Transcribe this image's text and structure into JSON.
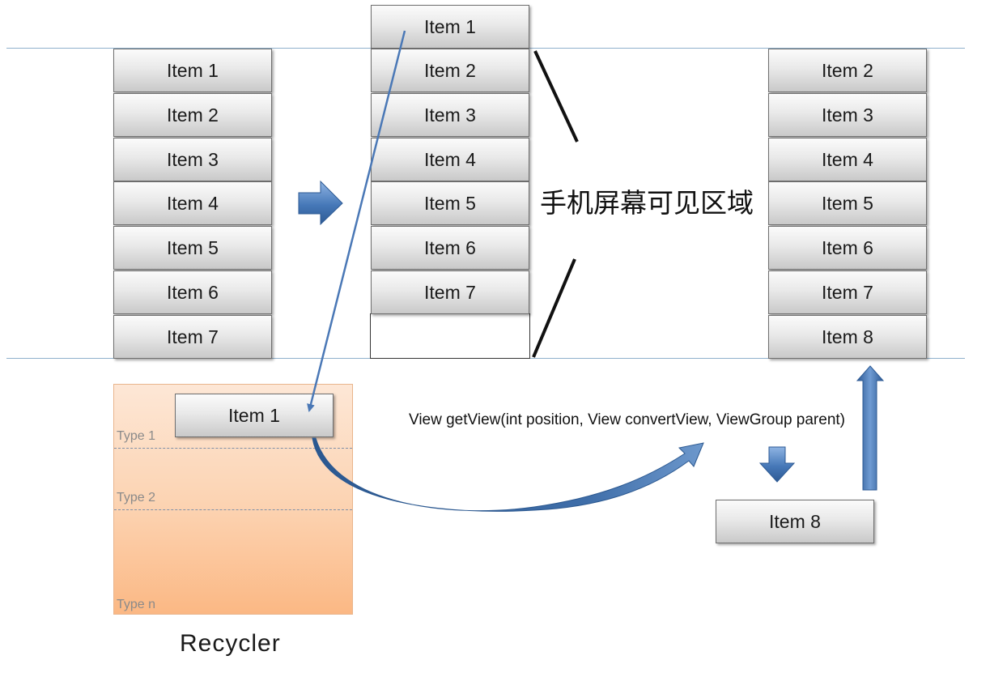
{
  "screen_label": "手机屏幕可见区域",
  "method_signature": "View getView(int position, View convertView, ViewGroup parent)",
  "recycler_label": "Recycler",
  "recycler_types": [
    "Type 1",
    "Type 2",
    "Type n"
  ],
  "recycled_item": "Item 1",
  "new_item": "Item 8",
  "lists": [
    {
      "name": "before-scroll",
      "items": [
        "Item 1",
        "Item 2",
        "Item 3",
        "Item 4",
        "Item 5",
        "Item 6",
        "Item 7"
      ]
    },
    {
      "name": "during-scroll",
      "items": [
        "Item 1",
        "Item 2",
        "Item 3",
        "Item 4",
        "Item 5",
        "Item 6",
        "Item 7"
      ]
    },
    {
      "name": "after-scroll",
      "items": [
        "Item 2",
        "Item 3",
        "Item 4",
        "Item 5",
        "Item 6",
        "Item 7",
        "Item 8"
      ]
    }
  ],
  "colors": {
    "arrow_blue": "#3a6ea8",
    "recycler_orange": "#fbb884",
    "boundary_line": "#8fb0cc"
  }
}
